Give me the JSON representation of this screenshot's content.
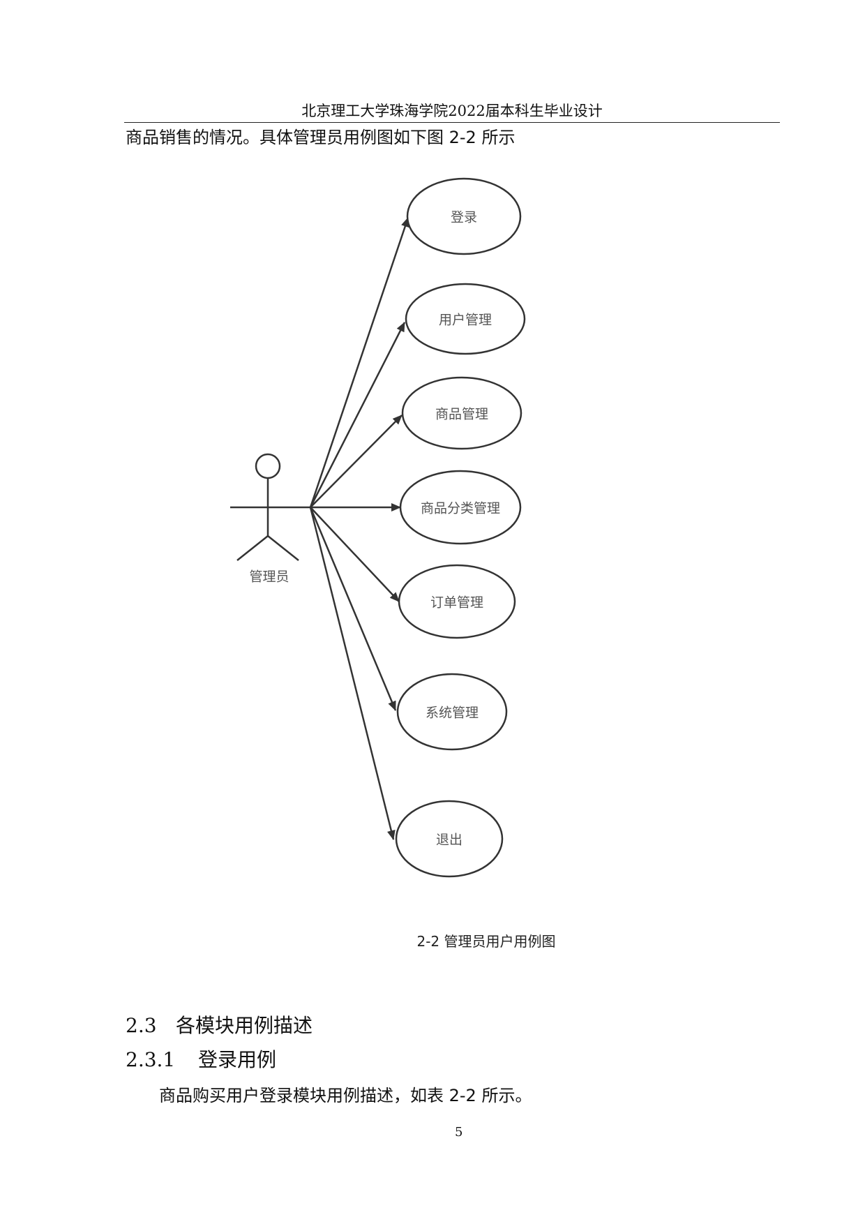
{
  "header": {
    "text": "北京理工大学珠海学院2022届本科生毕业设计"
  },
  "intro": {
    "text": "商品销售的情况。具体管理员用例图如下图 2-2 所示"
  },
  "diagram": {
    "actor": "管理员",
    "use_cases": [
      "登录",
      "用户管理",
      "商品管理",
      "商品分类管理",
      "订单管理",
      "系统管理",
      "退出"
    ],
    "caption": "2-2 管理员用户用例图"
  },
  "section": {
    "number": "2.3",
    "title": "各模块用例描述"
  },
  "subsection": {
    "number": "2.3.1",
    "title": "登录用例"
  },
  "paragraph": {
    "text": "商品购买用户登录模块用例描述，如表 2-2 所示。"
  },
  "page_number": "5"
}
